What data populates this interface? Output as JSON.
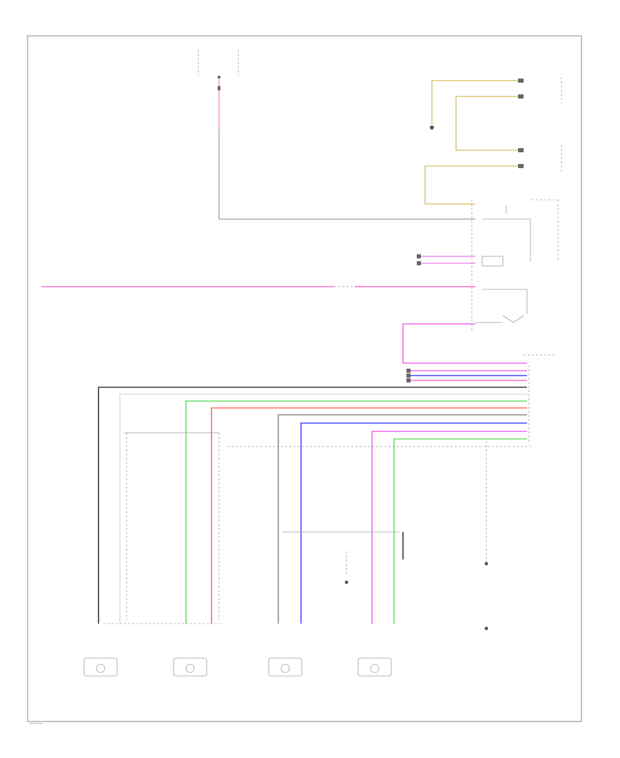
{
  "colors": {
    "yellow": "#d9c97a",
    "pink": "#ff66cc",
    "magenta": "#ee66ee",
    "blue": "#4444ff",
    "red": "#ff6666",
    "green": "#66dd66",
    "gray": "#888888",
    "dark": "#333333",
    "frame": "#9a9a9a"
  },
  "sensors": [
    {
      "id": "sensor-1",
      "label": ""
    },
    {
      "id": "sensor-2",
      "label": ""
    },
    {
      "id": "sensor-3",
      "label": ""
    },
    {
      "id": "sensor-4",
      "label": ""
    }
  ],
  "footer_text": ""
}
